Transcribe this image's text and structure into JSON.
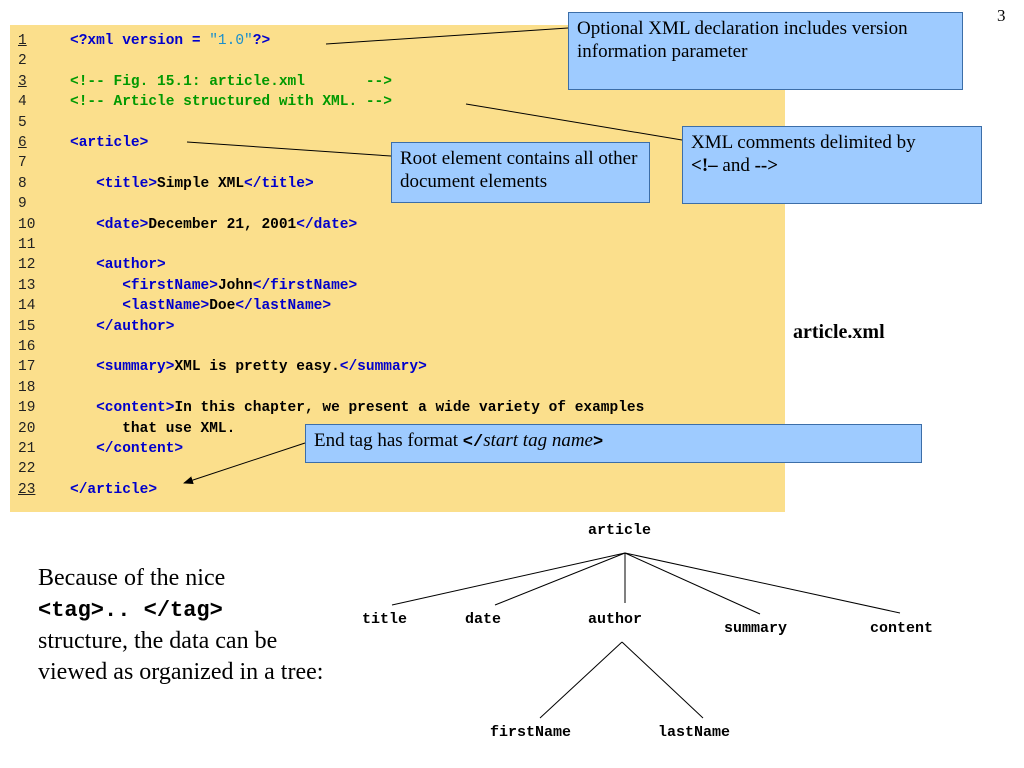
{
  "slide_number": "3",
  "code": [
    {
      "n": "1",
      "u": true,
      "parts": [
        [
          "tag",
          "<?xml version = "
        ],
        [
          "str",
          "\"1.0\""
        ],
        [
          "tag",
          "?>"
        ]
      ]
    },
    {
      "n": "2",
      "u": false,
      "parts": []
    },
    {
      "n": "3",
      "u": true,
      "parts": [
        [
          "cmt",
          "<!-- Fig. 15.1: article.xml       -->"
        ]
      ]
    },
    {
      "n": "4",
      "u": false,
      "parts": [
        [
          "cmt",
          "<!-- Article structured with XML. -->"
        ]
      ]
    },
    {
      "n": "5",
      "u": false,
      "parts": []
    },
    {
      "n": "6",
      "u": true,
      "parts": [
        [
          "tag",
          "<article>"
        ]
      ]
    },
    {
      "n": "7",
      "u": false,
      "parts": []
    },
    {
      "n": "8",
      "u": false,
      "parts": [
        [
          "txt",
          "   "
        ],
        [
          "tag",
          "<title>"
        ],
        [
          "txt",
          "Simple XML"
        ],
        [
          "tag",
          "</title>"
        ]
      ]
    },
    {
      "n": "9",
      "u": false,
      "parts": []
    },
    {
      "n": "10",
      "u": false,
      "parts": [
        [
          "txt",
          "   "
        ],
        [
          "tag",
          "<date>"
        ],
        [
          "txt",
          "December 21, 2001"
        ],
        [
          "tag",
          "</date>"
        ]
      ]
    },
    {
      "n": "11",
      "u": false,
      "parts": []
    },
    {
      "n": "12",
      "u": false,
      "parts": [
        [
          "txt",
          "   "
        ],
        [
          "tag",
          "<author>"
        ]
      ]
    },
    {
      "n": "13",
      "u": false,
      "parts": [
        [
          "txt",
          "      "
        ],
        [
          "tag",
          "<firstName>"
        ],
        [
          "txt",
          "John"
        ],
        [
          "tag",
          "</firstName>"
        ]
      ]
    },
    {
      "n": "14",
      "u": false,
      "parts": [
        [
          "txt",
          "      "
        ],
        [
          "tag",
          "<lastName>"
        ],
        [
          "txt",
          "Doe"
        ],
        [
          "tag",
          "</lastName>"
        ]
      ]
    },
    {
      "n": "15",
      "u": false,
      "parts": [
        [
          "txt",
          "   "
        ],
        [
          "tag",
          "</author>"
        ]
      ]
    },
    {
      "n": "16",
      "u": false,
      "parts": []
    },
    {
      "n": "17",
      "u": false,
      "parts": [
        [
          "txt",
          "   "
        ],
        [
          "tag",
          "<summary>"
        ],
        [
          "txt",
          "XML is pretty easy."
        ],
        [
          "tag",
          "</summary>"
        ]
      ]
    },
    {
      "n": "18",
      "u": false,
      "parts": []
    },
    {
      "n": "19",
      "u": false,
      "parts": [
        [
          "txt",
          "   "
        ],
        [
          "tag",
          "<content>"
        ],
        [
          "txt",
          "In this chapter, we present a wide variety of examples"
        ]
      ]
    },
    {
      "n": "20",
      "u": false,
      "parts": [
        [
          "txt",
          "      that use XML."
        ]
      ]
    },
    {
      "n": "21",
      "u": false,
      "parts": [
        [
          "txt",
          "   "
        ],
        [
          "tag",
          "</content>"
        ]
      ]
    },
    {
      "n": "22",
      "u": false,
      "parts": []
    },
    {
      "n": "23",
      "u": true,
      "parts": [
        [
          "tag",
          "</article>"
        ]
      ]
    }
  ],
  "callouts": {
    "declaration": "Optional XML declaration includes version information parameter",
    "comments_prefix": "XML comments delimited by",
    "comments_open": "<!–",
    "comments_and": " and ",
    "comments_close": "-->",
    "root": "Root element contains all other document elements",
    "endtag_prefix": "End tag has format ",
    "endtag_lt": "</",
    "endtag_name": "start tag name",
    "endtag_gt": ">"
  },
  "file_label": "article.xml",
  "paragraph": {
    "line1": "Because of the nice",
    "code": "<tag>.. </tag>",
    "line3": "structure, the data can be viewed as organized in a tree:"
  },
  "tree": {
    "root": "article",
    "children": [
      "title",
      "date",
      "author",
      "summary",
      "content"
    ],
    "author_children": [
      "firstName",
      "lastName"
    ]
  },
  "colors": {
    "code_background": "#fbdf8c",
    "callout_background": "#9ecbff",
    "tag": "#0000cc",
    "comment": "#009900",
    "string": "#1a8fcc"
  }
}
